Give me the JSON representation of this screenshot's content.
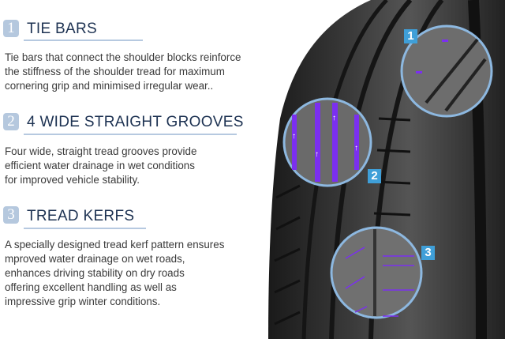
{
  "sections": [
    {
      "number": "1",
      "title": "TIE BARS",
      "lines": [
        "Tie bars that connect the shoulder blocks reinforce",
        "the stiffness of the shoulder tread for maximum",
        "cornering grip and minimised irregular wear.."
      ]
    },
    {
      "number": "2",
      "title": "4 WIDE STRAIGHT GROOVES",
      "lines": [
        "Four wide, straight tread grooves provide",
        "efficient water drainage in wet conditions",
        "for improved vehicle stability."
      ]
    },
    {
      "number": "3",
      "title": "TREAD KERFS",
      "lines": [
        "A specially designed tread kerf pattern ensures",
        "mproved water drainage on wet roads,",
        "enhances driving stability on dry roads",
        "offering excellent handling as well as",
        "impressive grip winter conditions."
      ]
    }
  ],
  "callouts": [
    "1",
    "2",
    "3"
  ],
  "colors": {
    "accent": "#3f9fd8",
    "highlight": "#7b2ff0",
    "circle": "#8db8e0"
  }
}
